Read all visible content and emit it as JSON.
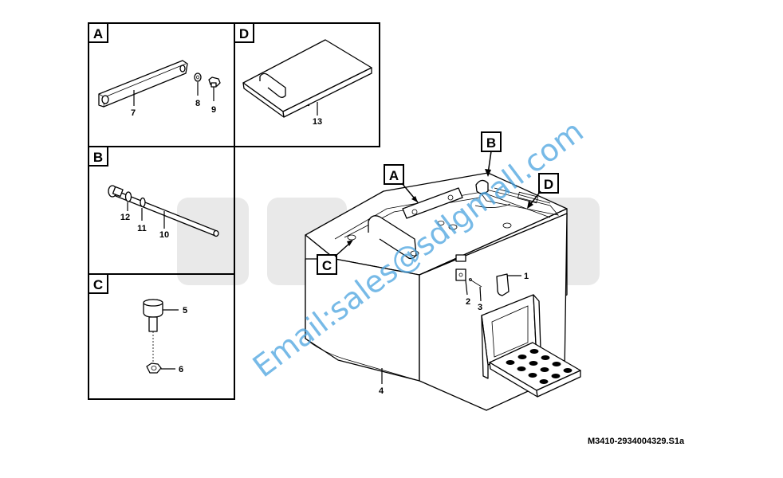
{
  "panels": [
    {
      "letter": "A",
      "parts": [
        "7",
        "8",
        "9"
      ]
    },
    {
      "letter": "D",
      "parts": [
        "13"
      ]
    },
    {
      "letter": "B",
      "parts": [
        "12",
        "11",
        "10"
      ]
    },
    {
      "letter": "C",
      "parts": [
        "5",
        "6"
      ]
    }
  ],
  "callouts": {
    "a": "A",
    "b": "B",
    "c": "C",
    "d": "D"
  },
  "main_parts": [
    "1",
    "2",
    "3",
    "4"
  ],
  "watermark": "Email:sales@sdlgmall.com",
  "reference_code": "M3410-2934004329.S1a",
  "colors": {
    "watermark": "#4aa3df",
    "background_logo": "#e8e8e8"
  }
}
